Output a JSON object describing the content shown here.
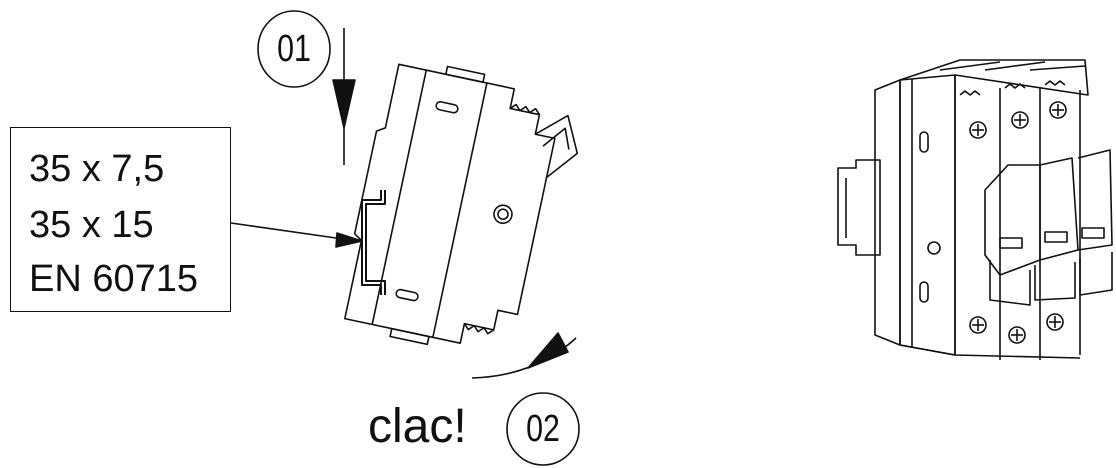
{
  "steps": [
    {
      "number": "01"
    },
    {
      "number": "02"
    }
  ],
  "rail_spec": {
    "lines": [
      "35 x 7,5",
      "35 x 15",
      "EN 60715"
    ]
  },
  "click_sound": "clac!"
}
